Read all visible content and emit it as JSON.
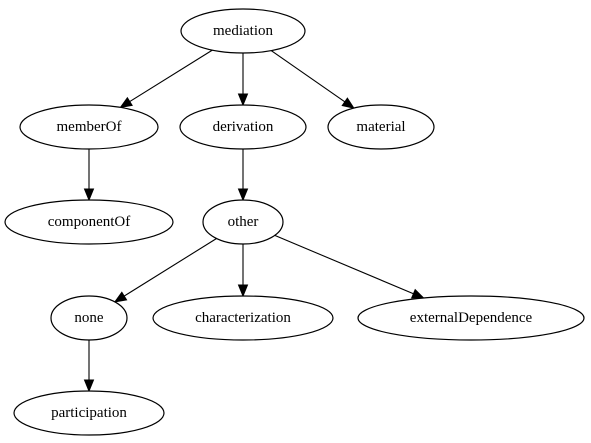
{
  "graph": {
    "nodes": [
      {
        "id": "mediation",
        "label": "mediation"
      },
      {
        "id": "memberOf",
        "label": "memberOf"
      },
      {
        "id": "derivation",
        "label": "derivation"
      },
      {
        "id": "material",
        "label": "material"
      },
      {
        "id": "componentOf",
        "label": "componentOf"
      },
      {
        "id": "other",
        "label": "other"
      },
      {
        "id": "none",
        "label": "none"
      },
      {
        "id": "characterization",
        "label": "characterization"
      },
      {
        "id": "externalDependence",
        "label": "externalDependence"
      },
      {
        "id": "participation",
        "label": "participation"
      }
    ],
    "edges": [
      {
        "from": "mediation",
        "to": "memberOf"
      },
      {
        "from": "mediation",
        "to": "derivation"
      },
      {
        "from": "mediation",
        "to": "material"
      },
      {
        "from": "memberOf",
        "to": "componentOf"
      },
      {
        "from": "derivation",
        "to": "other"
      },
      {
        "from": "other",
        "to": "none"
      },
      {
        "from": "other",
        "to": "characterization"
      },
      {
        "from": "other",
        "to": "externalDependence"
      },
      {
        "from": "none",
        "to": "participation"
      }
    ]
  }
}
